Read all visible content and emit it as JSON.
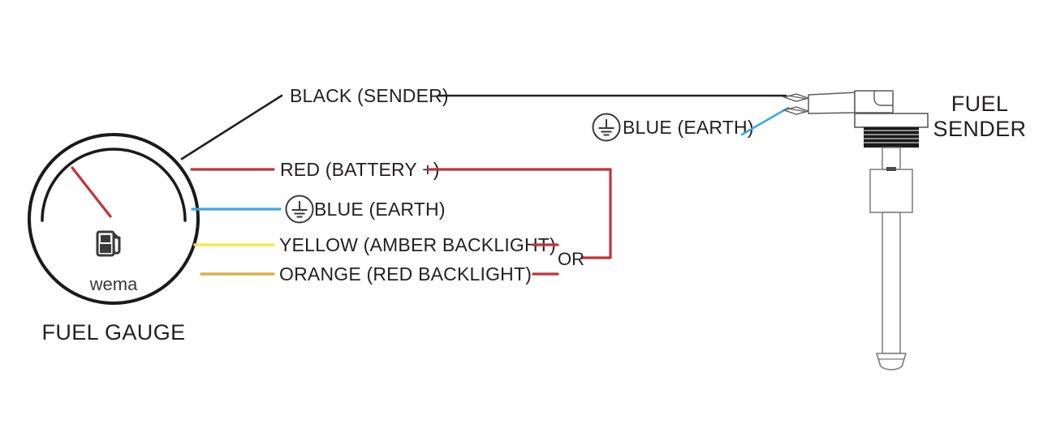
{
  "diagram": {
    "title_hidden": "Wema fuel gauge to fuel sender wiring diagram",
    "background_color": "#ffffff",
    "components": {
      "gauge": {
        "caption": "FUEL GAUGE",
        "brand": "wema",
        "face_icon": "fuel-pump-icon",
        "needle_color": "#c4323c",
        "bezel_color": "#1a1a1a"
      },
      "sender": {
        "caption_line1": "FUEL",
        "caption_line2": "SENDER",
        "body_color": "#7a7a7a",
        "thread_color": "#1a1a1a"
      }
    },
    "wires": [
      {
        "id": "black-sender",
        "label": "BLACK (SENDER)",
        "color": "#231f20",
        "has_earth_symbol": false
      },
      {
        "id": "red-battery",
        "label": "RED (BATTERY +)",
        "color": "#c4323c",
        "has_earth_symbol": false
      },
      {
        "id": "blue-earth-gauge",
        "label": "BLUE (EARTH)",
        "color": "#3ba8e0",
        "has_earth_symbol": true
      },
      {
        "id": "yellow-amber-backlight",
        "label": "YELLOW (AMBER BACKLIGHT)",
        "color": "#f5e84a",
        "has_earth_symbol": false
      },
      {
        "id": "orange-red-backlight",
        "label": "ORANGE (RED BACKLIGHT)",
        "color": "#d9b04a",
        "has_earth_symbol": false
      },
      {
        "id": "blue-earth-sender",
        "label": "BLUE (EARTH)",
        "color": "#3ba8e0",
        "has_earth_symbol": true
      }
    ],
    "junction": {
      "or_label": "OR",
      "connector_color": "#c4323c"
    }
  }
}
